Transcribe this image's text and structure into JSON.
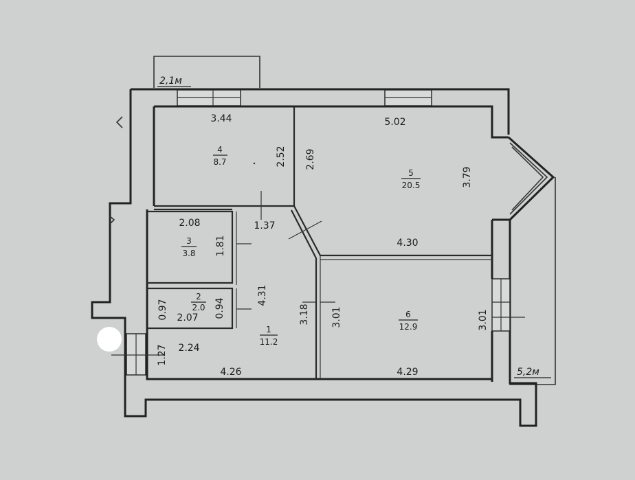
{
  "colors": {
    "paper": "#cfd1d1",
    "ink": "#222222",
    "marker": "#ffffff"
  },
  "balconies": [
    {
      "id": "top",
      "label": "2,1м"
    },
    {
      "id": "right",
      "label": "5,2м"
    }
  ],
  "rooms": [
    {
      "id": "1",
      "number": "1",
      "area": "11.2"
    },
    {
      "id": "2",
      "number": "2",
      "area": "2.0"
    },
    {
      "id": "3",
      "number": "3",
      "area": "3.8"
    },
    {
      "id": "4",
      "number": "4",
      "area": "8.7"
    },
    {
      "id": "5",
      "number": "5",
      "area": "20.5"
    },
    {
      "id": "6",
      "number": "6",
      "area": "12.9"
    }
  ],
  "dimensions": {
    "r4_width": "3.44",
    "r4_height": "2.52",
    "r5_height_left": "2.69",
    "r5_width": "5.02",
    "r5_height_right": "3.79",
    "r5_bottom": "4.30",
    "r3_width": "2.08",
    "r3_height": "1.81",
    "corridor_width": "1.37",
    "corridor_length": "4.31",
    "r2_height_left": "0.97",
    "r2_width": "2.07",
    "r2_height_right": "0.94",
    "hall_width": "2.24",
    "hall_height": "1.27",
    "r1_bottom": "4.26",
    "r1_height": "3.18",
    "r6_height_left": "3.01",
    "r6_height_right": "3.01",
    "r6_bottom": "4.29"
  }
}
